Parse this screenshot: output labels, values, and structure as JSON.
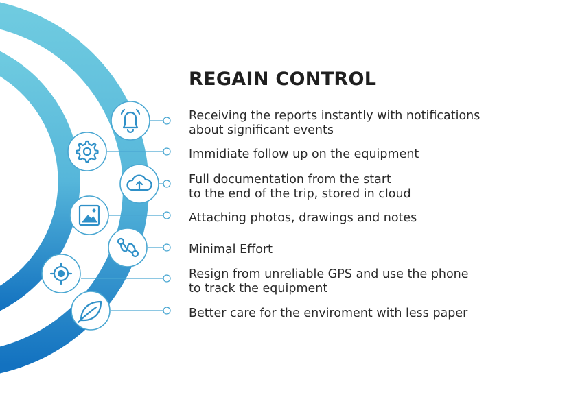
{
  "title": "REGAIN CONTROL",
  "colors": {
    "arc_light": "#6ec9dd",
    "arc_dark": "#1676c4",
    "icon": "#2f90c8",
    "connector": "#4aa7d2",
    "text": "#2a2a2a"
  },
  "items": [
    {
      "icon": "bell-icon",
      "lines": [
        "Receiving the reports instantly with notifications",
        "about significant events"
      ]
    },
    {
      "icon": "gear-icon",
      "lines": [
        "Immidiate follow up on the equipment"
      ]
    },
    {
      "icon": "cloud-upload-icon",
      "lines": [
        "Full documentation from the start",
        "to the end of the trip, stored in cloud"
      ]
    },
    {
      "icon": "image-icon",
      "lines": [
        "Attaching photos, drawings and notes"
      ]
    },
    {
      "icon": "route-icon",
      "lines": [
        "Minimal Effort"
      ]
    },
    {
      "icon": "target-icon",
      "lines": [
        "Resign from unreliable GPS and use the phone",
        "to track the equipment"
      ]
    },
    {
      "icon": "leaf-icon",
      "lines": [
        "Better care for the enviroment with less paper"
      ]
    }
  ]
}
